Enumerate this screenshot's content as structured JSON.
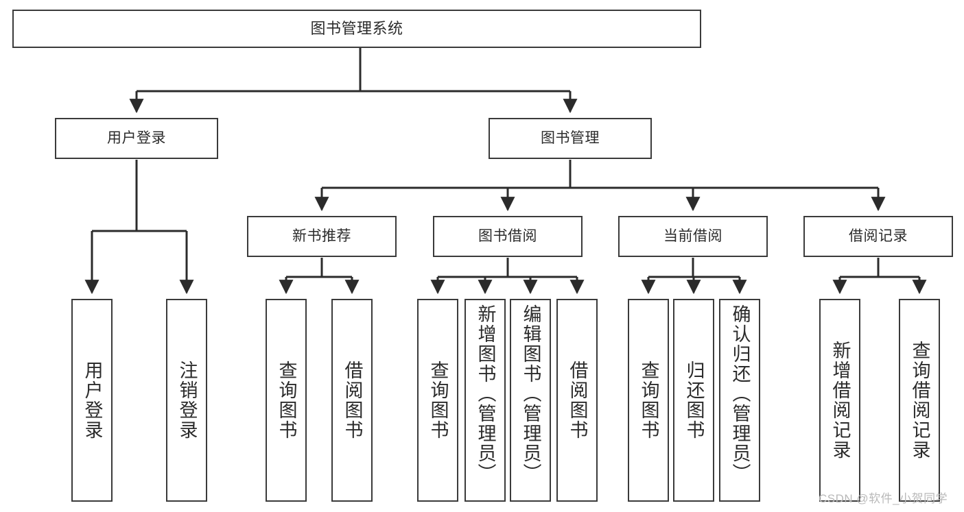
{
  "diagram": {
    "type": "tree-hierarchy",
    "title": "图书管理系统",
    "orientation": "top-down",
    "colors": {
      "box_border": "#3a3a3a",
      "box_fill": "#ffffff",
      "connector": "#2b2b2b",
      "text": "#2b2b2b",
      "watermark": "#b9b9b9",
      "background": "#ffffff"
    },
    "nodes": {
      "root": {
        "label": "图书管理系统",
        "level": 0
      },
      "level1": [
        {
          "id": "user-login",
          "label": "用户登录"
        },
        {
          "id": "book-management",
          "label": "图书管理"
        }
      ],
      "level2": [
        {
          "id": "new-book-recommend",
          "label": "新书推荐",
          "parent": "book-management"
        },
        {
          "id": "book-borrow",
          "label": "图书借阅",
          "parent": "book-management"
        },
        {
          "id": "current-borrow",
          "label": "当前借阅",
          "parent": "book-management"
        },
        {
          "id": "borrow-record",
          "label": "借阅记录",
          "parent": "book-management"
        }
      ],
      "leaves": {
        "user_login": [
          {
            "id": "leaf-user-login",
            "label": "用户登录"
          },
          {
            "id": "leaf-logout-login",
            "label": "注销登录"
          }
        ],
        "new_book_recommend": [
          {
            "id": "leaf-query-book-1",
            "label": "查询图书"
          },
          {
            "id": "leaf-borrow-book-1",
            "label": "借阅图书"
          }
        ],
        "book_borrow": [
          {
            "id": "leaf-query-book-2",
            "label": "查询图书"
          },
          {
            "id": "leaf-add-book",
            "label": "新增图书（管理员）"
          },
          {
            "id": "leaf-edit-book",
            "label": "编辑图书（管理员）"
          },
          {
            "id": "leaf-borrow-book-2",
            "label": "借阅图书"
          }
        ],
        "current_borrow": [
          {
            "id": "leaf-query-book-3",
            "label": "查询图书"
          },
          {
            "id": "leaf-return-book",
            "label": "归还图书"
          },
          {
            "id": "leaf-confirm-return",
            "label": "确认归还（管理员）"
          }
        ],
        "borrow_record": [
          {
            "id": "leaf-add-borrow-record",
            "label": "新增借阅记录"
          },
          {
            "id": "leaf-query-borrow-record",
            "label": "查询借阅记录"
          }
        ]
      }
    },
    "watermark": "CSDN @软件_小贺同学"
  }
}
